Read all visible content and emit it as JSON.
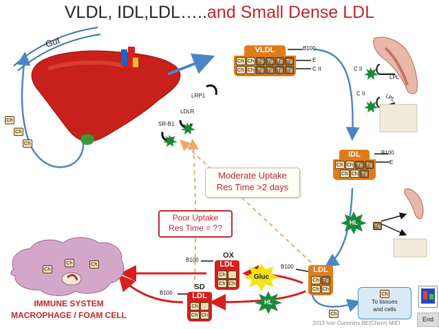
{
  "title": {
    "part1": "VLDL, IDL,LDL…..",
    "part2": "and Small Dense LDL"
  },
  "gut": "Gut",
  "liver": {
    "ch_labels": [
      "Ch",
      "Ch",
      "Ch"
    ],
    "receptors": {
      "lrp1": "LRP1",
      "ldlr": "LDLR",
      "srb1": "SR-B1"
    }
  },
  "vldl": {
    "label": "VLDL",
    "row1": [
      "Ch",
      "Ch",
      "Tg",
      "Tg",
      "Tg",
      "Tg"
    ],
    "row2": [
      "Ch",
      "Ch",
      "Tg",
      "Tg",
      "Tg",
      "Tg"
    ],
    "apos": [
      "B100",
      "E",
      "C II"
    ]
  },
  "muscle": {
    "cii_1": "C II",
    "lpl_1": "LPL",
    "cii_2": "C II",
    "lpl_2": "LPL"
  },
  "idl": {
    "label": "IDL",
    "row1": [
      "Ch",
      "Ch",
      "Tg",
      "Tg"
    ],
    "row2": [
      "Ch",
      "Ch",
      "Tg"
    ],
    "apos": [
      "B100",
      "E"
    ]
  },
  "hl_1": "HL",
  "tg_free": "Tg",
  "moderate_box": {
    "line1": "Moderate Uptake",
    "line2": "Res Time >2 days"
  },
  "poor_box": {
    "line1": "Poor Uptake",
    "line2": "Res Time = ??"
  },
  "ldl": {
    "label": "LDL",
    "row1": [
      "Ch",
      "Tg"
    ],
    "row2": [
      "Ch",
      "Ch"
    ],
    "apo": "B100"
  },
  "ox_ldl": {
    "top": "OX",
    "label": "LDL",
    "row1": [
      "Ch",
      "."
    ],
    "row2": [
      "Ch",
      "Ch"
    ],
    "apo": "B100"
  },
  "sd_ldl": {
    "top": "SD",
    "label": "LDL",
    "row1": [
      "Ch",
      "."
    ],
    "row2": [
      "Ch",
      "Ch"
    ],
    "apo": "B100"
  },
  "gluc": "Gluc",
  "hl_2": "HL",
  "ch_out": "Ch",
  "tissue_box": {
    "chip": "Ch",
    "line1": "To tissues",
    "line2": "and cells"
  },
  "immune": {
    "cells": [
      "Ch",
      "Ch",
      "Ch"
    ],
    "label1": "IMMUNE SYSTEM",
    "label2": "MACROPHAGE / FOAM CELL"
  },
  "copyright": "2013 Ivor Cummins BE(Chem) MIEI",
  "end_button": "End",
  "colors": {
    "title_red": "#c0262e",
    "lipoprotein_orange": "#e07b1a",
    "ldl_red": "#d81e1e",
    "burst_green": "#1a8a3a",
    "arrow_blue": "#4a86c5",
    "arrow_red": "#d81e1e",
    "dashed_orange": "#f0a868"
  }
}
